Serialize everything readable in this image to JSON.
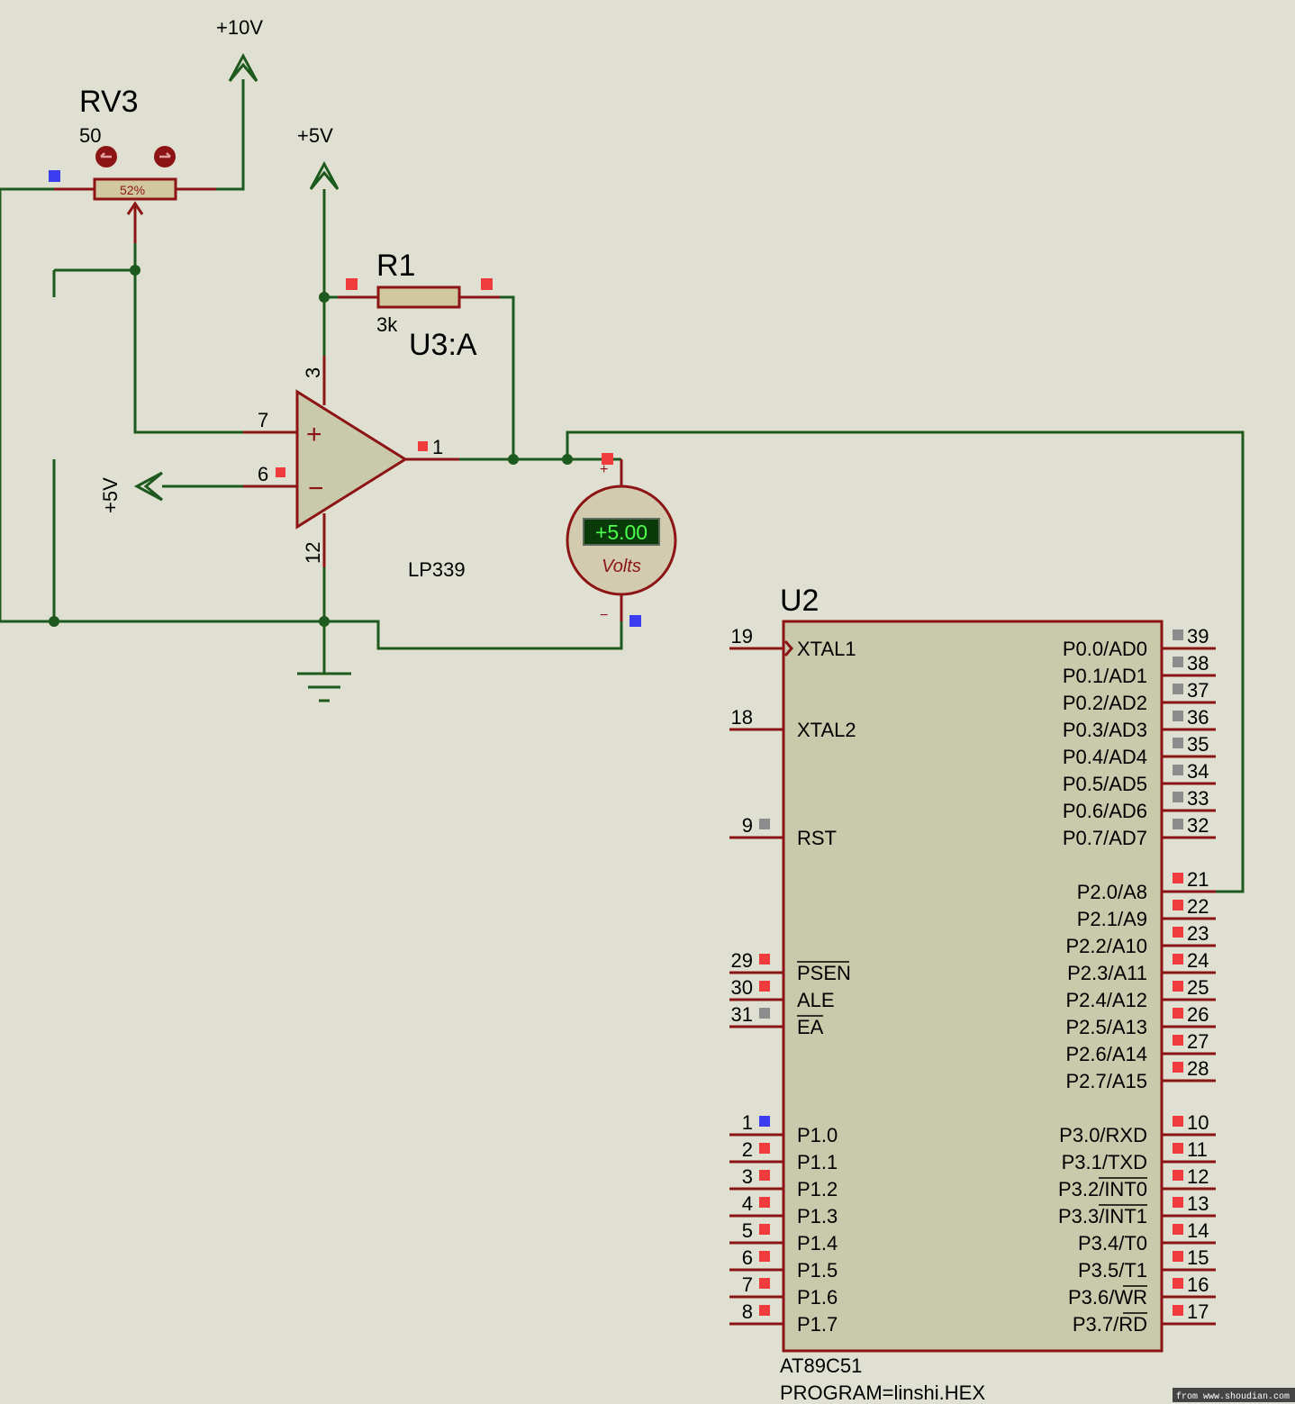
{
  "colors": {
    "background": "#e0e0d2",
    "wire": "#1e5a1e",
    "part": "#8c1414",
    "body": "#c9c9ab",
    "pin_high": "#f03c3c",
    "pin_low": "#3c3cf0",
    "pin_float": "#8c8c8c",
    "meter_bg": "#0a3a0a",
    "meter_text": "#4cff4c"
  },
  "power": {
    "plus10v": "+10V",
    "plus5v_top": "+5V",
    "plus5v_left": "+5V"
  },
  "rv3": {
    "name": "RV3",
    "value": "50",
    "wiper": "52%"
  },
  "r1": {
    "name": "R1",
    "value": "3k"
  },
  "u3": {
    "name": "U3:A",
    "part": "LP339",
    "pin3": "3",
    "pin7": "7",
    "pin6": "6",
    "pin1": "1",
    "pin12": "12",
    "plus": "+",
    "minus": "−"
  },
  "voltmeter": {
    "reading": "+5.00",
    "unit": "Volts",
    "plus": "+",
    "minus": "−"
  },
  "u2": {
    "name": "U2",
    "part": "AT89C51",
    "program": "PROGRAM=linshi.HEX",
    "left_pins": [
      {
        "num": "19",
        "label": "XTAL1",
        "state": "none"
      },
      {
        "num": "18",
        "label": "XTAL2",
        "state": "none"
      },
      {
        "num": "9",
        "label": "RST",
        "state": "float"
      },
      {
        "num": "29",
        "label": "PSEN",
        "state": "high"
      },
      {
        "num": "30",
        "label": "ALE",
        "state": "high"
      },
      {
        "num": "31",
        "label": "EA",
        "state": "float"
      },
      {
        "num": "1",
        "label": "P1.0",
        "state": "low"
      },
      {
        "num": "2",
        "label": "P1.1",
        "state": "high"
      },
      {
        "num": "3",
        "label": "P1.2",
        "state": "high"
      },
      {
        "num": "4",
        "label": "P1.3",
        "state": "high"
      },
      {
        "num": "5",
        "label": "P1.4",
        "state": "high"
      },
      {
        "num": "6",
        "label": "P1.5",
        "state": "high"
      },
      {
        "num": "7",
        "label": "P1.6",
        "state": "high"
      },
      {
        "num": "8",
        "label": "P1.7",
        "state": "high"
      }
    ],
    "right_pins": [
      {
        "num": "39",
        "label": "P0.0/AD0",
        "state": "float"
      },
      {
        "num": "38",
        "label": "P0.1/AD1",
        "state": "float"
      },
      {
        "num": "37",
        "label": "P0.2/AD2",
        "state": "float"
      },
      {
        "num": "36",
        "label": "P0.3/AD3",
        "state": "float"
      },
      {
        "num": "35",
        "label": "P0.4/AD4",
        "state": "float"
      },
      {
        "num": "34",
        "label": "P0.5/AD5",
        "state": "float"
      },
      {
        "num": "33",
        "label": "P0.6/AD6",
        "state": "float"
      },
      {
        "num": "32",
        "label": "P0.7/AD7",
        "state": "float"
      },
      {
        "num": "21",
        "label": "P2.0/A8",
        "state": "high"
      },
      {
        "num": "22",
        "label": "P2.1/A9",
        "state": "high"
      },
      {
        "num": "23",
        "label": "P2.2/A10",
        "state": "high"
      },
      {
        "num": "24",
        "label": "P2.3/A11",
        "state": "high"
      },
      {
        "num": "25",
        "label": "P2.4/A12",
        "state": "high"
      },
      {
        "num": "26",
        "label": "P2.5/A13",
        "state": "high"
      },
      {
        "num": "27",
        "label": "P2.6/A14",
        "state": "high"
      },
      {
        "num": "28",
        "label": "P2.7/A15",
        "state": "high"
      },
      {
        "num": "10",
        "label": "P3.0/RXD",
        "state": "high"
      },
      {
        "num": "11",
        "label": "P3.1/TXD",
        "state": "high"
      },
      {
        "num": "12",
        "label": "P3.2/INT0",
        "state": "high"
      },
      {
        "num": "13",
        "label": "P3.3/INT1",
        "state": "high"
      },
      {
        "num": "14",
        "label": "P3.4/T0",
        "state": "high"
      },
      {
        "num": "15",
        "label": "P3.5/T1",
        "state": "high"
      },
      {
        "num": "16",
        "label": "P3.6/WR",
        "state": "high"
      },
      {
        "num": "17",
        "label": "P3.7/RD",
        "state": "high"
      }
    ]
  },
  "watermark": "from www.shoudian.com"
}
